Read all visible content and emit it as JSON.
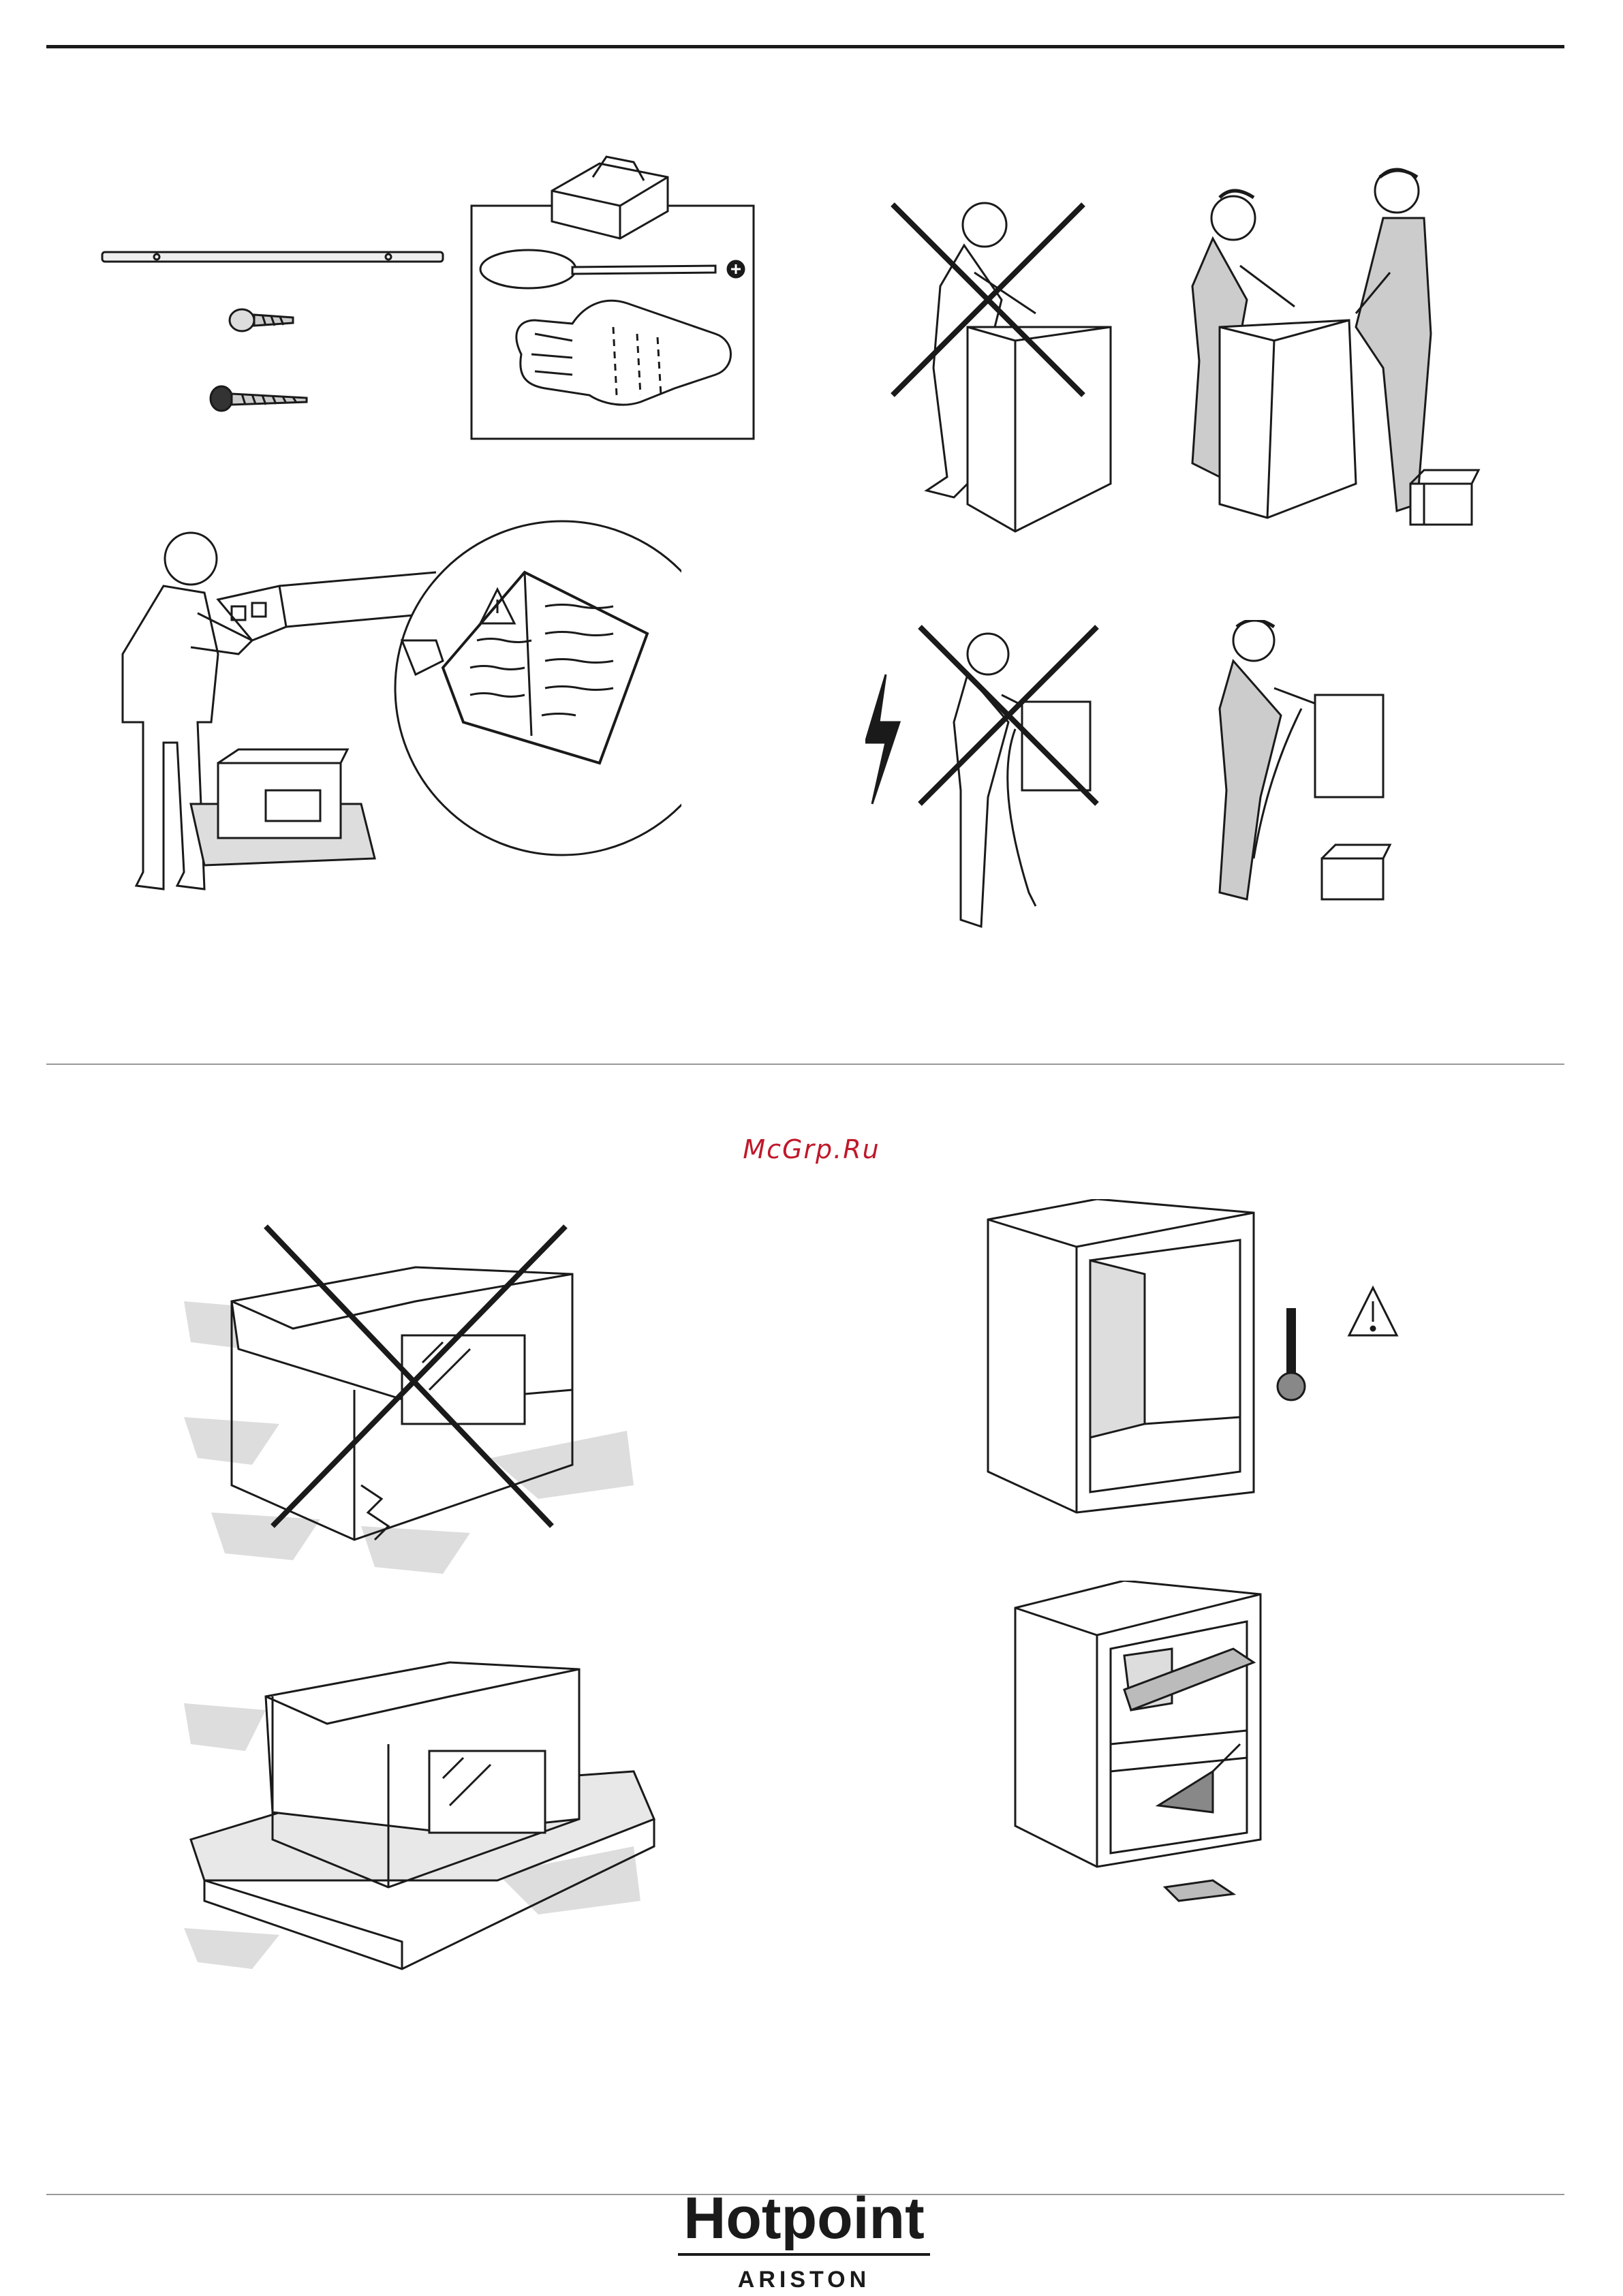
{
  "watermark": {
    "text": "McGrp.Ru",
    "color": "#c0182a"
  },
  "logo": {
    "brand": "Hotpoint",
    "sub": "ARISTON"
  },
  "icons": [
    "accessories-icon",
    "tools-icon",
    "two-person-lift-icon",
    "electrical-hazard-icon",
    "read-manual-icon",
    "warning-triangle-icon",
    "thermometer-icon",
    "oven-on-foam-icon",
    "cabinet-preparation-icon"
  ],
  "colors": {
    "line": "#1a1a1a",
    "hazard_cross": "#1a1a1a"
  }
}
